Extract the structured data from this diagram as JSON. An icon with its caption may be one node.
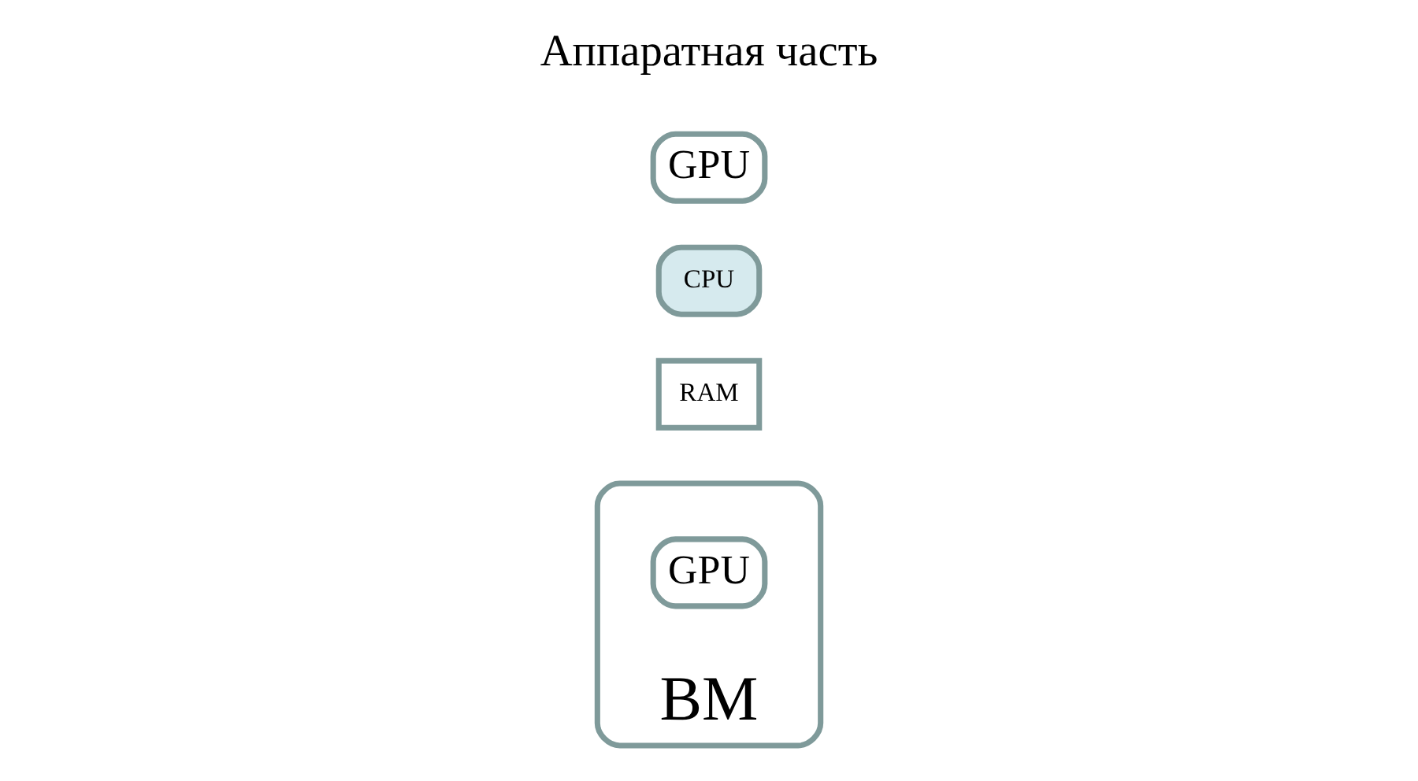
{
  "diagram": {
    "nodes": [
      {
        "text": [
          "ВМ"
        ]
      },
      {
        "text": [
          "GPU"
        ],
        "in": 0
      },
      {
        "text": [
          "RAM"
        ]
      },
      {
        "text": [
          "CPU"
        ]
      },
      {
        "text": [
          "GPU"
        ]
      }
    ],
    "labels": [
      "Аппаратная часть"
    ]
  }
}
